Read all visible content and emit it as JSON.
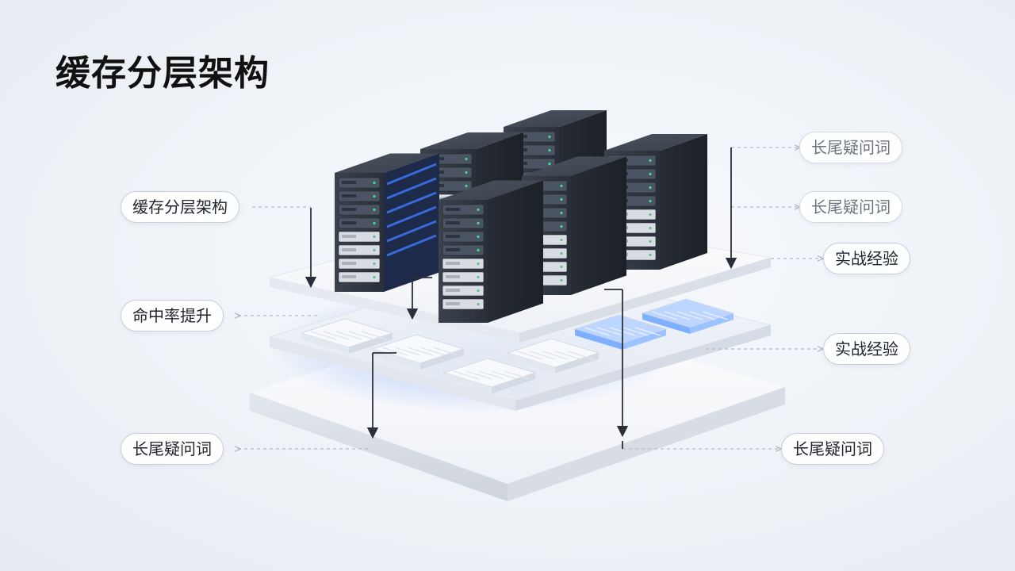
{
  "title": "缓存分层架构",
  "labels": {
    "left_top": "缓存分层架构",
    "left_mid": "命中率提升",
    "left_bottom": "长尾疑问词",
    "right_1": "长尾疑问词",
    "right_2": "长尾疑问词",
    "right_3": "实战经验",
    "right_4": "实战经验",
    "right_bottom": "长尾疑问词"
  },
  "colors": {
    "rack_dark": "#2e3540",
    "rack_side": "#22272f",
    "glow_blue": "#3f7bff",
    "platform": "#ffffff",
    "arrow": "#2a2f3a",
    "dashed": "#b7bcc5"
  }
}
